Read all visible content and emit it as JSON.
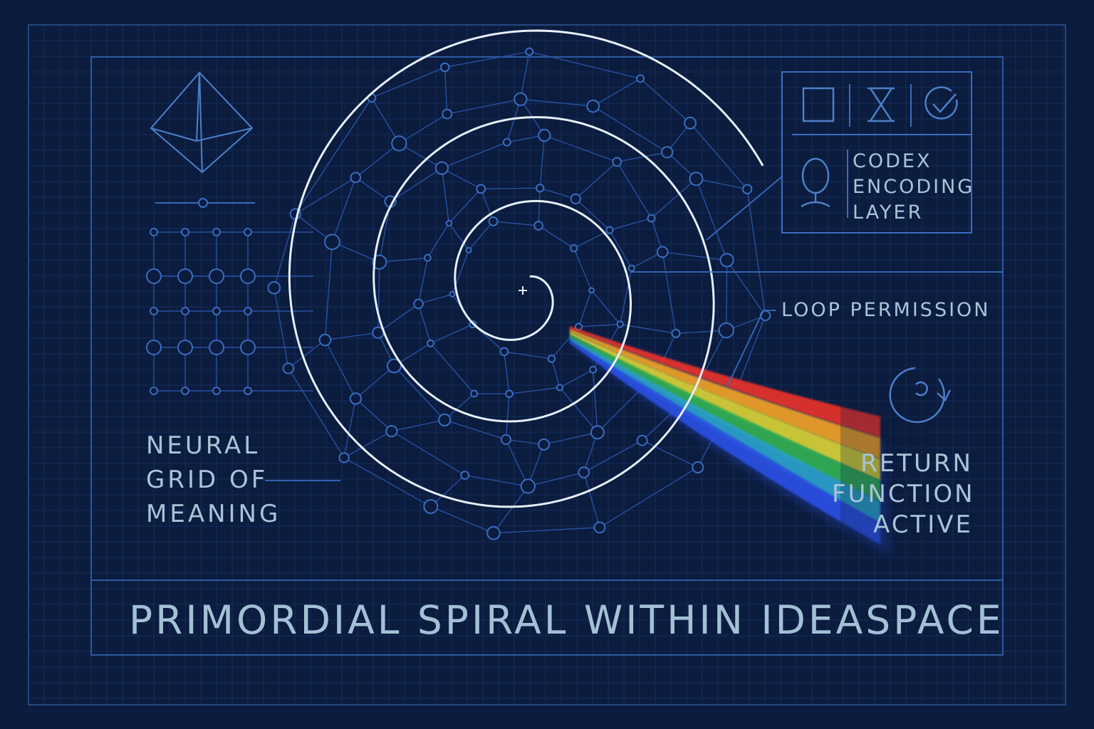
{
  "colors": {
    "background": "#0c1c3e",
    "grid": "#1a3564",
    "frame": "#2c5aa0",
    "line": "#3a6cc0",
    "spiral": "#e6eef8",
    "text": "#a9c3d8",
    "spectrum": [
      "#e8302a",
      "#f0a020",
      "#d8d030",
      "#30b050",
      "#2aa0c8",
      "#2a50e0"
    ]
  },
  "icons": {
    "octahedron": "octahedron-icon",
    "square": "square-icon",
    "hourglass": "hourglass-icon",
    "check": "check-circle-icon",
    "person": "person-icon",
    "return": "circular-arrow-icon"
  },
  "labels": {
    "neural": [
      "NEURAL",
      "GRID OF",
      "MEANING"
    ],
    "codex": [
      "CODEX",
      "ENCODING",
      "LAYER"
    ],
    "loop": "LOOP PERMISSION",
    "return": [
      "RETURN",
      "FUNCTION",
      "ACTIVE"
    ]
  },
  "title": "PRIMORDIAL SPIRAL WITHIN IDEASPACE"
}
